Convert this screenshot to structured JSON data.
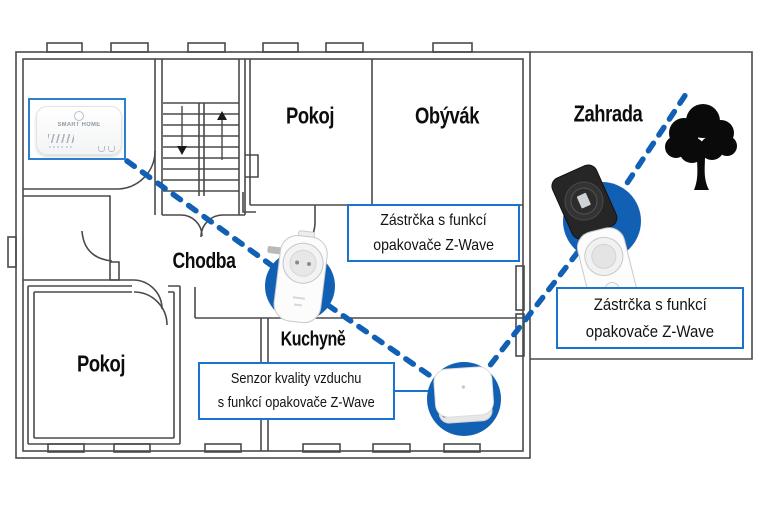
{
  "diagram_title": "Z-Wave smart home floor plan with repeater devices",
  "rooms": {
    "pokoj_top": "Pokoj",
    "obyvak": "Obývák",
    "zahrada": "Zahrada",
    "chodba": "Chodba",
    "kuchyne": "Kuchyně",
    "pokoj_bottom": "Pokoj"
  },
  "callouts": {
    "kitchen_plug": {
      "line1": "Zástrčka s funkcí",
      "line2": "opakovače Z-Wave"
    },
    "garden_plug": {
      "line1": "Zástrčka s funkcí",
      "line2": "opakovače Z-Wave"
    },
    "air_sensor": {
      "line1": "Senzor kvality vzduchu",
      "line2": "s funkcí opakovače Z-Wave"
    }
  },
  "hub": {
    "brand": "SMART HOME"
  },
  "icons": [
    "smart-home-hub",
    "smart-plug-icon",
    "outdoor-smart-plug-icon",
    "air-quality-sensor-icon",
    "tree-icon",
    "stairs-up-arrow-icon",
    "stairs-down-arrow-icon"
  ],
  "colors": {
    "accent_blue": "#1160b4",
    "callout_border": "#1a73cd",
    "hub_box_border": "#2e7fd0",
    "wall": "#4a4a4a",
    "tree_black": "#0a0a0a",
    "text": "#0d0d0d"
  }
}
